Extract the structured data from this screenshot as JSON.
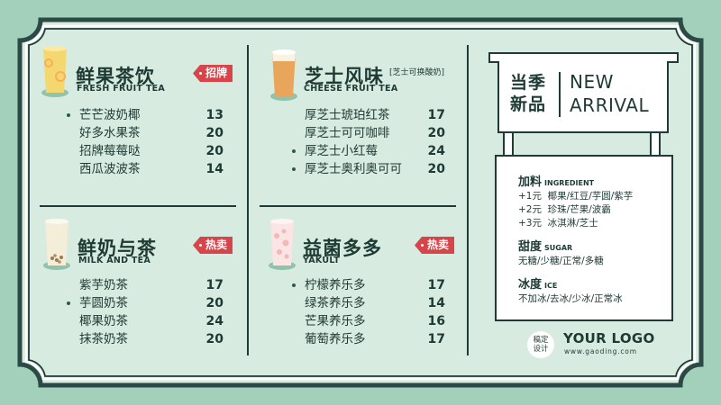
{
  "colors": {
    "outer_bg": "#a3d0bb",
    "panel_bg": "#d8ebe0",
    "frame_dark": "#1f3b37",
    "text_dark": "#1e3a34",
    "tag_red": "#d6454a",
    "dot_green": "#2c5a4e"
  },
  "sections": [
    {
      "title": "鲜果茶饮",
      "subtitle": "FRESH FRUIT TEA",
      "tag": "招牌",
      "icon": "lemon-fruit-tea-cup-icon",
      "items": [
        {
          "name": "芒芒波奶椰",
          "price": "13",
          "highlight": true
        },
        {
          "name": "好多水果茶",
          "price": "20",
          "highlight": false
        },
        {
          "name": "招牌莓莓哒",
          "price": "20",
          "highlight": false
        },
        {
          "name": "西瓜波波茶",
          "price": "14",
          "highlight": false
        }
      ]
    },
    {
      "title": "芝士风味",
      "subtitle": "CHEESE FRUIT TEA",
      "note": "[芝士可换酸奶]",
      "icon": "cheese-tea-cup-icon",
      "items": [
        {
          "name": "厚芝士琥珀红茶",
          "price": "17",
          "highlight": false
        },
        {
          "name": "厚芝士可可咖啡",
          "price": "20",
          "highlight": false
        },
        {
          "name": "厚芝士小红莓",
          "price": "24",
          "highlight": true
        },
        {
          "name": "厚芝士奥利奥可可",
          "price": "20",
          "highlight": true
        }
      ]
    },
    {
      "title": "鲜奶与茶",
      "subtitle": "MILK AND TEA",
      "tag": "热卖",
      "icon": "milk-tea-cup-icon",
      "items": [
        {
          "name": "紫芋奶茶",
          "price": "17",
          "highlight": false
        },
        {
          "name": "芋圆奶茶",
          "price": "20",
          "highlight": true
        },
        {
          "name": "椰果奶茶",
          "price": "24",
          "highlight": false
        },
        {
          "name": "抹茶奶茶",
          "price": "20",
          "highlight": false
        }
      ]
    },
    {
      "title": "益菌多多",
      "subtitle": "YAKULT",
      "tag": "热卖",
      "icon": "yakult-cup-icon",
      "items": [
        {
          "name": "柠檬养乐多",
          "price": "17",
          "highlight": true
        },
        {
          "name": "绿茶养乐多",
          "price": "14",
          "highlight": false
        },
        {
          "name": "芒果养乐多",
          "price": "16",
          "highlight": false
        },
        {
          "name": "葡萄养乐多",
          "price": "17",
          "highlight": false
        }
      ]
    }
  ],
  "sign": {
    "cn_line1": "当季",
    "cn_line2": "新品",
    "en_line1": "NEW",
    "en_line2": "ARRIVAL"
  },
  "info": {
    "ingredient": {
      "title": "加料",
      "title_en": "INGREDIENT",
      "lines": [
        {
          "price": "+1元",
          "items": "椰果/红豆/芋圆/紫芋"
        },
        {
          "price": "+2元",
          "items": "珍珠/芒果/波霸"
        },
        {
          "price": "+3元",
          "items": "冰淇淋/芝士"
        }
      ]
    },
    "sugar": {
      "title": "甜度",
      "title_en": "SUGAR",
      "options": "无糖/少糖/正常/多糖"
    },
    "ice": {
      "title": "冰度",
      "title_en": "ICE",
      "options": "不加冰/去冰/少冰/正常冰"
    }
  },
  "logo": {
    "badge_line1": "稿定",
    "badge_line2": "设计",
    "name": "YOUR LOGO",
    "url": "www.gaoding.com"
  }
}
